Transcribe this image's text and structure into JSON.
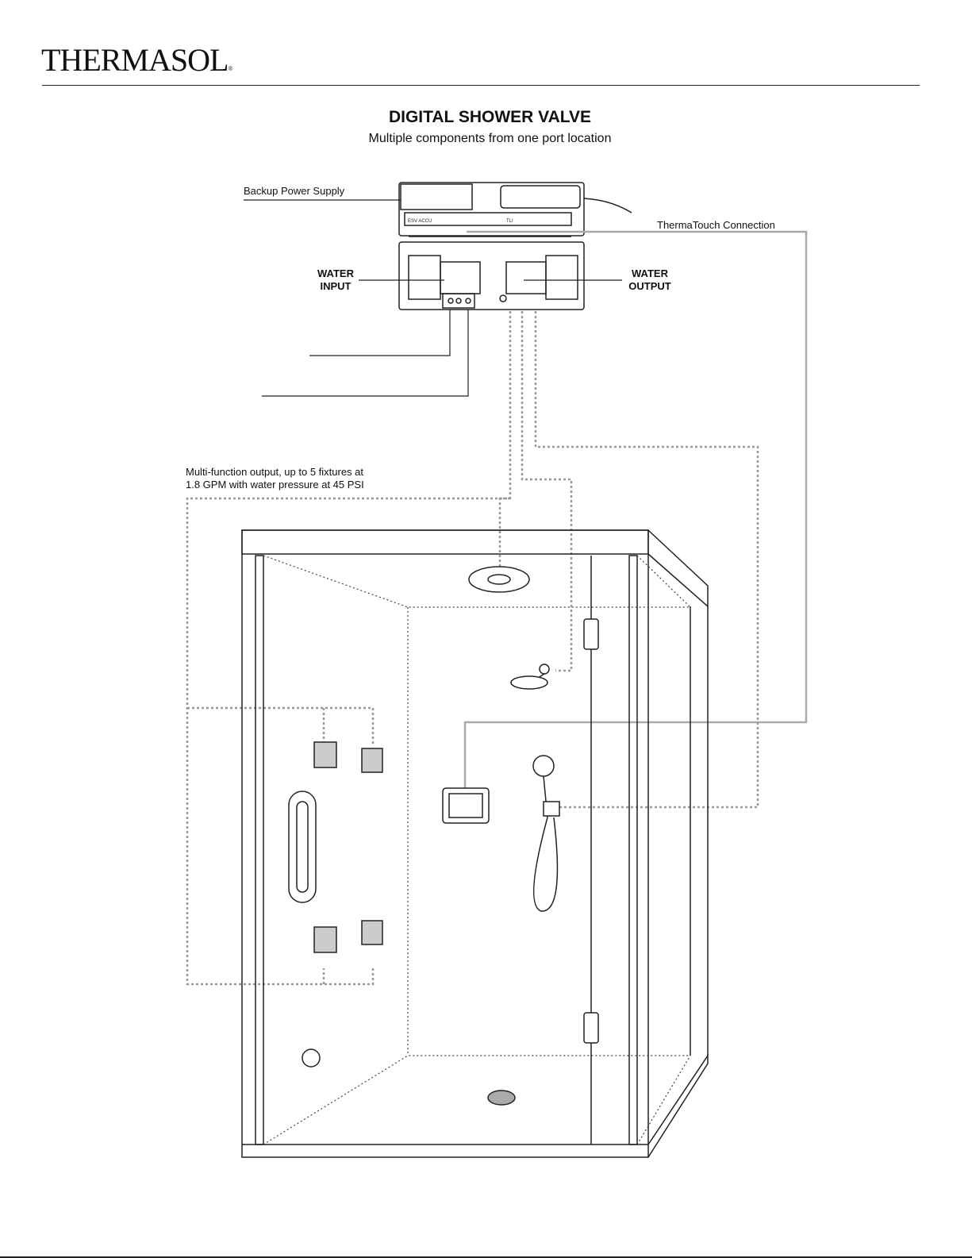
{
  "brand": {
    "logo_text": "THERMASOL",
    "registered_mark": "®"
  },
  "header": {
    "title": "DIGITAL SHOWER VALVE",
    "subtitle": "Multiple components from one port location"
  },
  "labels": {
    "backup_power": "Backup Power Supply",
    "thermatouch": "ThermaTouch Connection",
    "water_input_1": "WATER",
    "water_input_2": "INPUT",
    "water_output_1": "WATER",
    "water_output_2": "OUTPUT",
    "multifunction_1": "Multi-function output, up to 5 fixtures at",
    "multifunction_2": "1.8 GPM with water pressure at 45 PSI",
    "valve_port_1": "ESV  ACCU",
    "valve_port_2": "TLI"
  },
  "colors": {
    "line": "#222222",
    "connection": "#aaaaaa",
    "dotted": "#999999"
  }
}
